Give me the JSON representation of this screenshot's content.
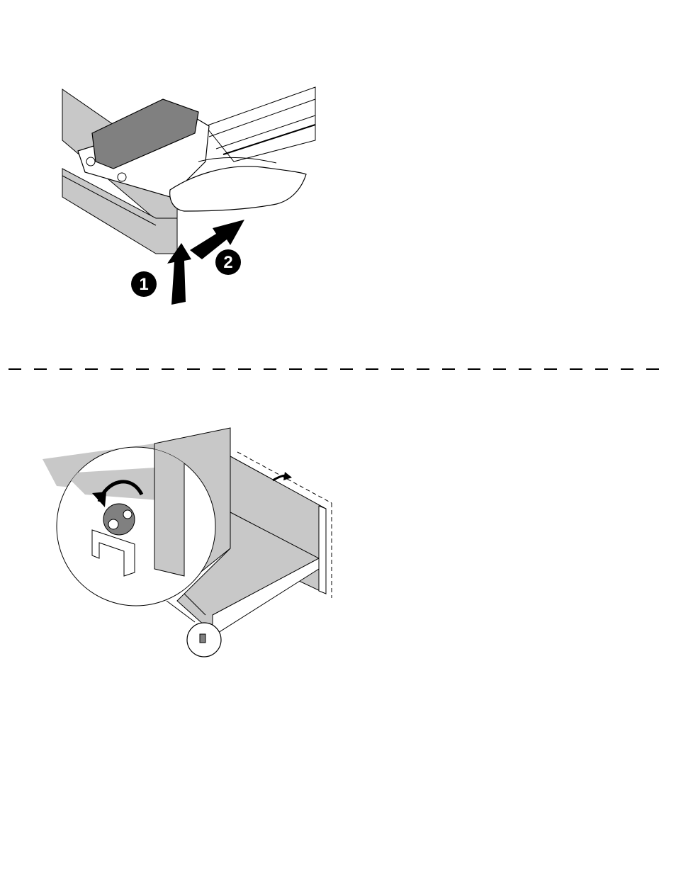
{
  "figures": [
    {
      "name": "drawer-front-clip-release",
      "steps": [
        {
          "label": "1",
          "direction": "up"
        },
        {
          "label": "2",
          "direction": "push-back"
        }
      ]
    },
    {
      "name": "drawer-front-adjustment",
      "icons": [
        "rotate-arrow-icon",
        "lift-arrow-icon"
      ]
    }
  ],
  "colors": {
    "ink": "#000000",
    "panel_gray": "#c8c8c8",
    "dark_gray": "#808080",
    "paper": "#ffffff"
  }
}
